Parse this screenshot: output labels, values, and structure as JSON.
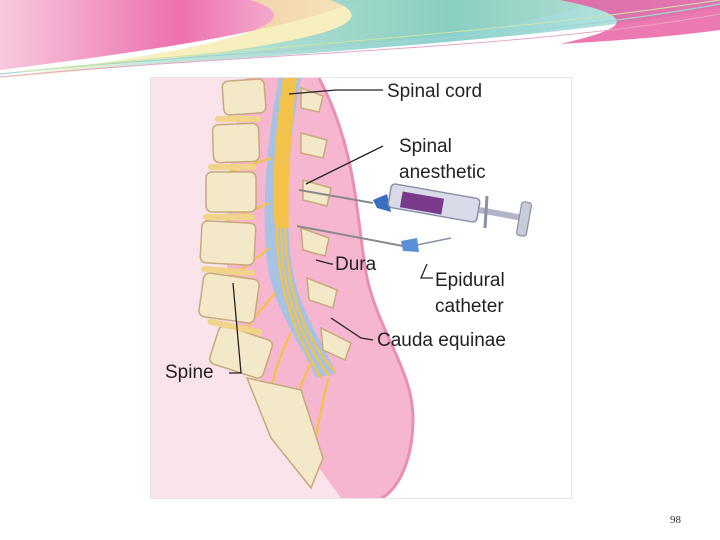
{
  "diagram": {
    "labels": {
      "spinal_cord": "Spinal cord",
      "spinal_anesthetic": "Spinal\nanesthetic",
      "dura": "Dura",
      "epidural_catheter": "Epidural\ncatheter",
      "cauda_equinae": "Cauda equinae",
      "spine": "Spine"
    }
  },
  "footer": {
    "page_number": "98"
  },
  "colors": {
    "banner_pink": "#e9579f",
    "banner_teal": "#6ec6c2",
    "banner_yellow": "#f3e9a3",
    "skin": "#f7b6cf",
    "vertebra": "#f3e8c8",
    "nerve": "#f3c24a",
    "dura": "#a8c2e4",
    "syringe_plunger": "#7a3a8c"
  }
}
